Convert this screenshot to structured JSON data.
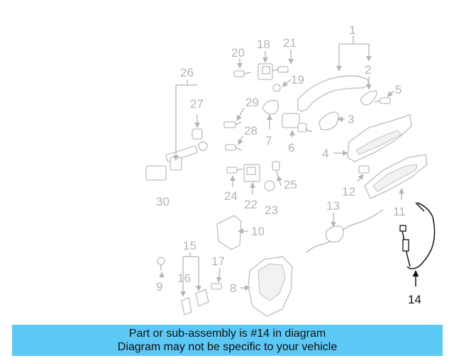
{
  "highlight_part": "14",
  "colors": {
    "banner_bg": "#5cc8f5",
    "dim_label": "#b4b4b4",
    "highlight": "#111111"
  },
  "callouts": {
    "c1": "1",
    "c2": "2",
    "c3": "3",
    "c4": "4",
    "c5": "5",
    "c6": "6",
    "c7": "7",
    "c8": "8",
    "c9": "9",
    "c10": "10",
    "c11": "11",
    "c12": "12",
    "c13": "13",
    "c14": "14",
    "c15": "15",
    "c16": "16",
    "c17": "17",
    "c18": "18",
    "c19": "19",
    "c20": "20",
    "c21": "21",
    "c22": "22",
    "c23": "23",
    "c24": "24",
    "c25": "25",
    "c26": "26",
    "c27": "27",
    "c28": "28",
    "c29": "29",
    "c30": "30"
  },
  "banner": {
    "line1": "Part or sub-assembly is #14 in diagram",
    "line2": "Diagram may not be specific to your vehicle"
  }
}
